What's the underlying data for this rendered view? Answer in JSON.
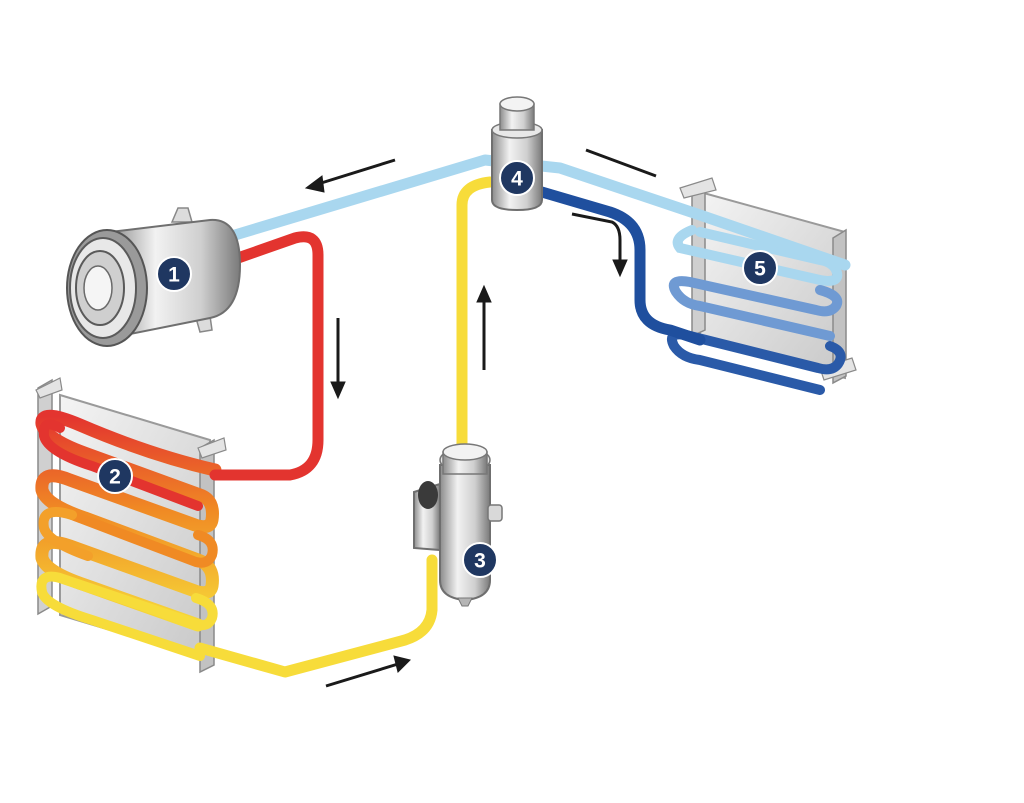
{
  "colors": {
    "hot": "#e3342f",
    "warm": "#f08a24",
    "liquid": "#f7dc3a",
    "cold_vapor": "#a9d7ef",
    "cold_liquid": "#1f4f9e",
    "badge_fill": "#1f3761",
    "badge_text": "#ffffff",
    "arrow": "#1a1a1a"
  },
  "components": [
    {
      "id": "compressor",
      "number": "1",
      "icon": "compressor-icon"
    },
    {
      "id": "condenser",
      "number": "2",
      "icon": "condenser-coil-icon"
    },
    {
      "id": "receiver-drier",
      "number": "3",
      "icon": "receiver-drier-icon"
    },
    {
      "id": "expansion-valve",
      "number": "4",
      "icon": "expansion-valve-icon"
    },
    {
      "id": "evaporator",
      "number": "5",
      "icon": "evaporator-coil-icon"
    }
  ]
}
